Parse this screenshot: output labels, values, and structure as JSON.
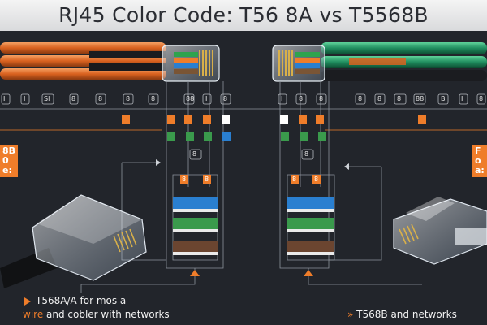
{
  "title": "RJ45 Color Code: T56 8A vs T5568B",
  "left_tag": [
    "8B",
    "0",
    "e:"
  ],
  "right_tag": [
    "F",
    "o",
    "a:"
  ],
  "left_small_labels": [
    "I",
    "I",
    "Sl",
    "8",
    "8",
    "8",
    "8",
    "88",
    "I",
    "8"
  ],
  "right_small_labels": [
    "I",
    "8",
    "8",
    "8",
    "8",
    "8",
    "88",
    "B",
    "I",
    "8"
  ],
  "left_mid_labels": [
    "8",
    "8",
    "8"
  ],
  "right_mid_labels": [
    "8",
    "8",
    "8"
  ],
  "caption_left_line1": "T568A/A for mos a",
  "caption_left_line2_accent": "wire",
  "caption_left_line2_rest": " and cobler with networks",
  "caption_right": "T568B and networks",
  "caption_right_arrows": "»",
  "colors": {
    "orange": "#ef7d2a",
    "green": "#3a9a4c",
    "blue": "#2a7fd0",
    "brown": "#6b4530",
    "teal": "#1f7e66"
  }
}
